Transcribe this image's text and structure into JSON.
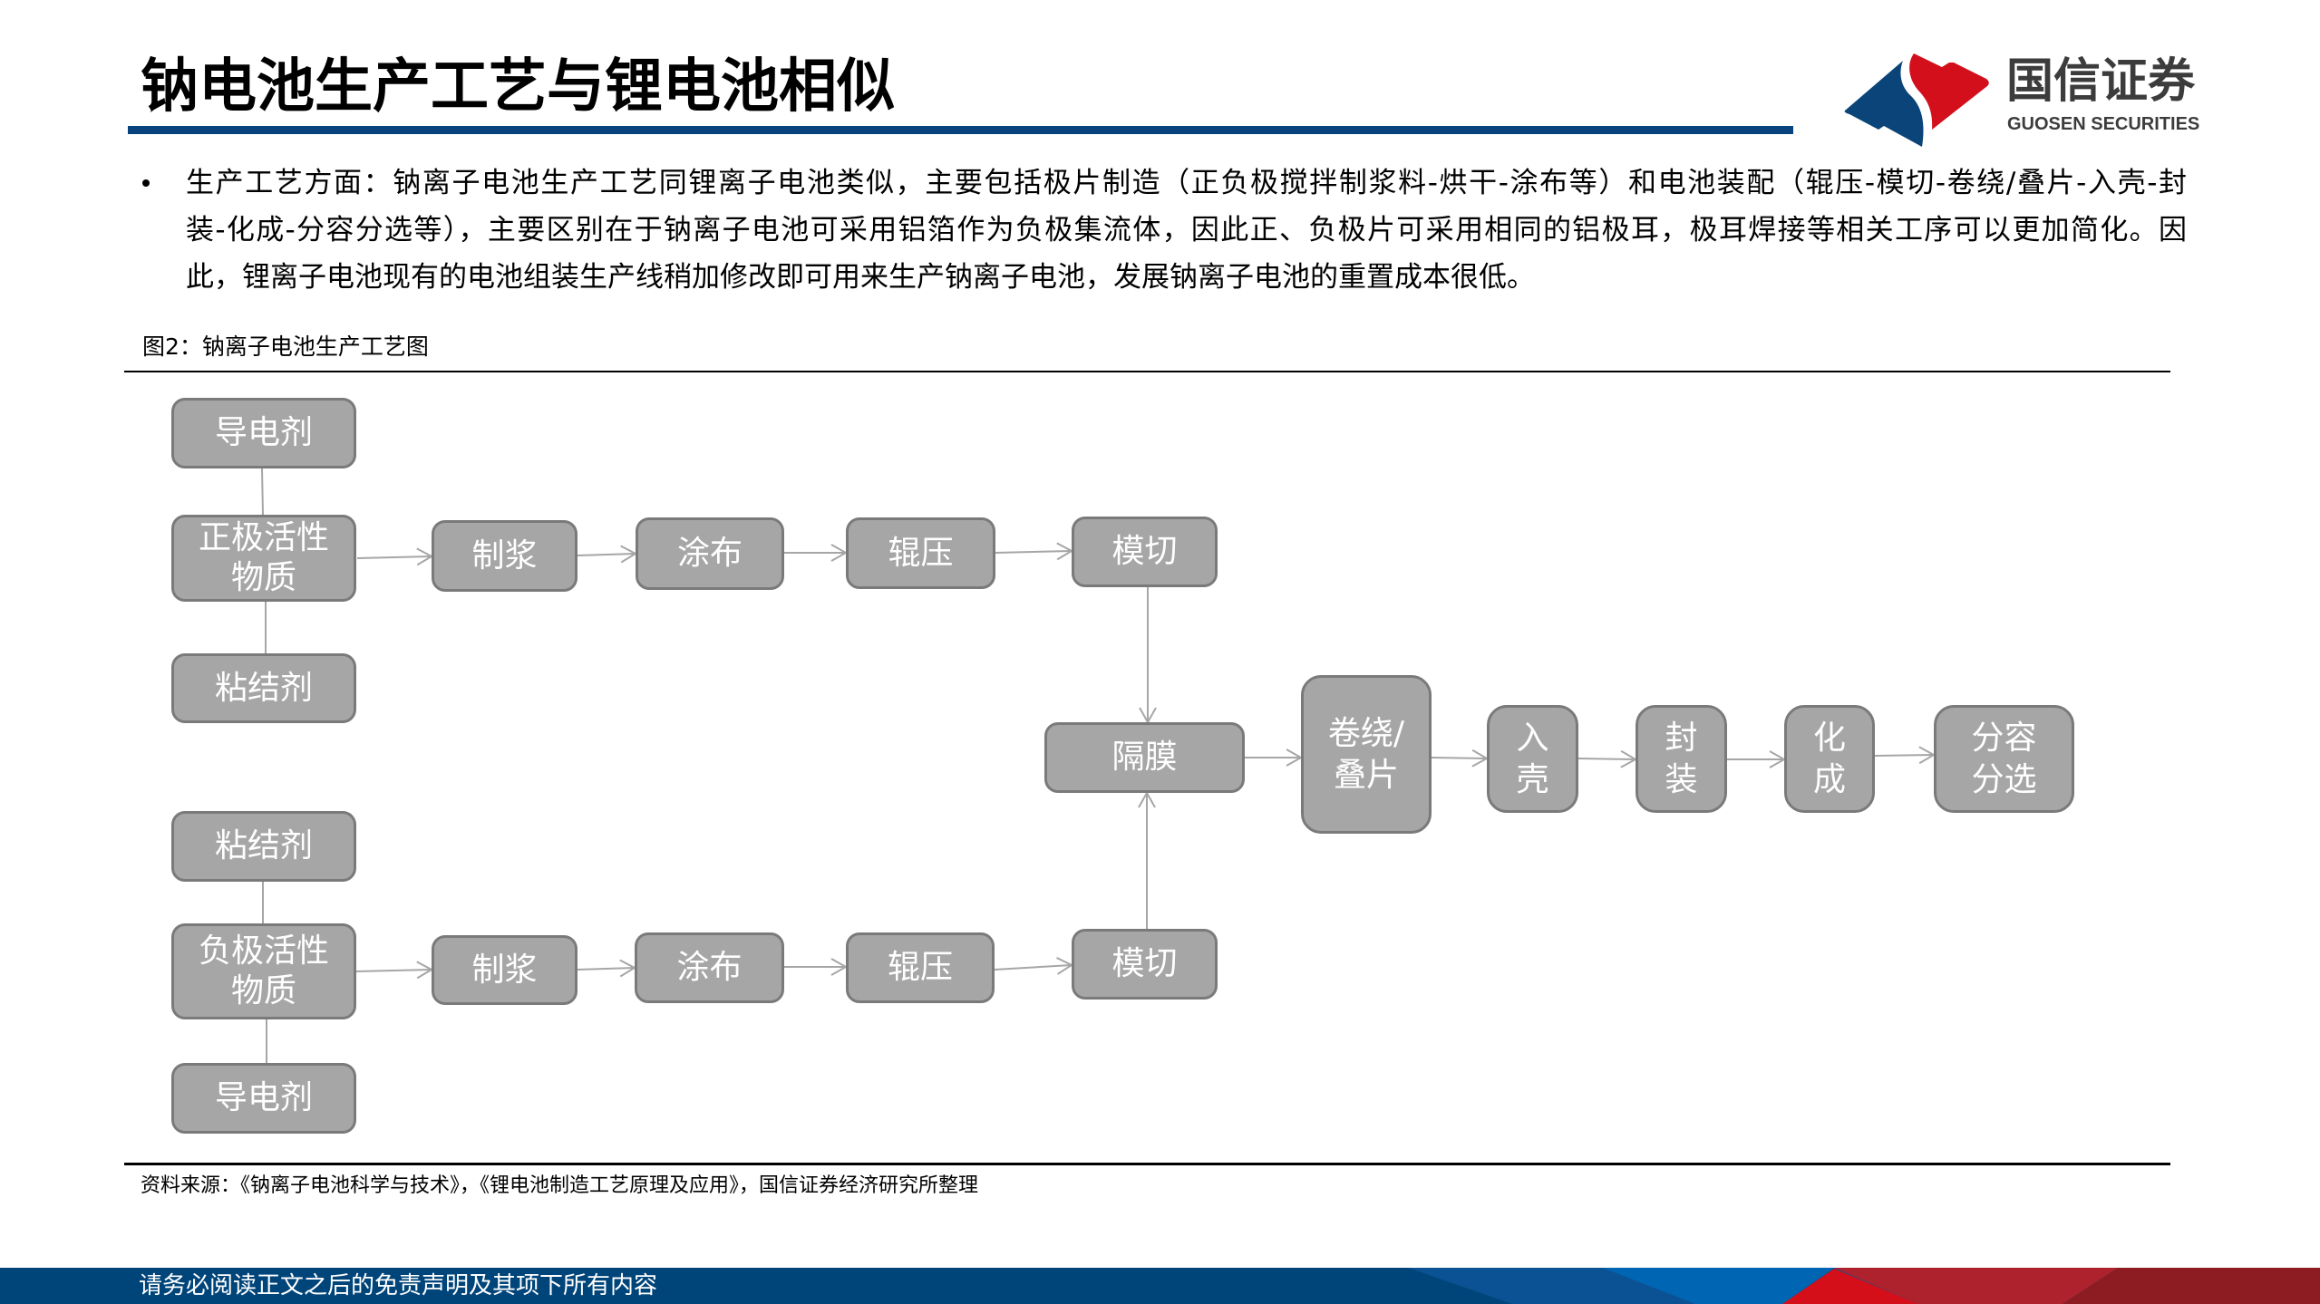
{
  "header": {
    "title": "钠电池生产工艺与锂电池相似"
  },
  "brand": {
    "name_cn": "国信证券",
    "name_en": "GUOSEN SECURITIES",
    "logo_icon": "guosen-logo-icon",
    "colors": {
      "blue": "#0a4479",
      "red": "#d20f1b",
      "text": "#3c3c3c"
    }
  },
  "summary": {
    "bullet_icon": "bullet-dot",
    "lines": [
      "生产工艺方面：钠离子电池生产工艺同锂离子电池类似，主要包括极片制造（正负极搅拌制浆料-烘干-涂布等）和电池装配（辊压-模切-卷绕/叠片-入壳-封",
      "装-化成-分容分选等），主要区别在于钠离子电池可采用铝箔作为负极集流体，因此正、负极片可采用相同的铝极耳，极耳焊接等相关工序可以更加简化。因",
      "此，锂离子电池现有的电池组装生产线稍加修改即可用来生产钠离子电池，发展钠离子电池的重置成本很低。"
    ]
  },
  "figure": {
    "caption": "图2：钠离子电池生产工艺图",
    "nodes": {
      "pos_conductive": {
        "label": "导电剂"
      },
      "pos_active": {
        "label": "正极活性\n物质"
      },
      "pos_binder": {
        "label": "粘结剂"
      },
      "pos_slurry": {
        "label": "制浆"
      },
      "pos_coating": {
        "label": "涂布"
      },
      "pos_rolling": {
        "label": "辊压"
      },
      "pos_cutting": {
        "label": "模切"
      },
      "separator": {
        "label": "隔膜"
      },
      "winding": {
        "label": "卷绕/\n叠片"
      },
      "casing": {
        "label": "入\n壳"
      },
      "sealing": {
        "label": "封\n装"
      },
      "formation": {
        "label": "化\n成"
      },
      "grading": {
        "label": "分容\n分选"
      },
      "neg_binder": {
        "label": "粘结剂"
      },
      "neg_active": {
        "label": "负极活性\n物质"
      },
      "neg_conductive": {
        "label": "导电剂"
      },
      "neg_slurry": {
        "label": "制浆"
      },
      "neg_coating": {
        "label": "涂布"
      },
      "neg_rolling": {
        "label": "辊压"
      },
      "neg_cutting": {
        "label": "模切"
      }
    },
    "edges": [
      {
        "from": "pos_conductive",
        "to": "pos_active",
        "type": "line"
      },
      {
        "from": "pos_active",
        "to": "pos_binder",
        "type": "line"
      },
      {
        "from": "pos_active",
        "to": "pos_slurry",
        "type": "arrow"
      },
      {
        "from": "pos_slurry",
        "to": "pos_coating",
        "type": "arrow"
      },
      {
        "from": "pos_coating",
        "to": "pos_rolling",
        "type": "arrow"
      },
      {
        "from": "pos_rolling",
        "to": "pos_cutting",
        "type": "arrow"
      },
      {
        "from": "pos_cutting",
        "to": "separator",
        "type": "arrow"
      },
      {
        "from": "neg_binder",
        "to": "neg_active",
        "type": "line"
      },
      {
        "from": "neg_active",
        "to": "neg_conductive",
        "type": "line"
      },
      {
        "from": "neg_active",
        "to": "neg_slurry",
        "type": "arrow"
      },
      {
        "from": "neg_slurry",
        "to": "neg_coating",
        "type": "arrow"
      },
      {
        "from": "neg_coating",
        "to": "neg_rolling",
        "type": "arrow"
      },
      {
        "from": "neg_rolling",
        "to": "neg_cutting",
        "type": "arrow"
      },
      {
        "from": "neg_cutting",
        "to": "separator",
        "type": "arrow"
      },
      {
        "from": "separator",
        "to": "winding",
        "type": "arrow"
      },
      {
        "from": "winding",
        "to": "casing",
        "type": "arrow"
      },
      {
        "from": "casing",
        "to": "sealing",
        "type": "arrow"
      },
      {
        "from": "sealing",
        "to": "formation",
        "type": "arrow"
      },
      {
        "from": "formation",
        "to": "grading",
        "type": "arrow"
      }
    ],
    "colors": {
      "node_fill": "#a6a6a6",
      "node_border": "#7a7a7a",
      "node_text": "#ffffff",
      "connector": "#a6a6a6"
    }
  },
  "source": "资料来源：《钠离子电池科学与技术》，《锂电池制造工艺原理及应用》，国信证券经济研究所整理",
  "footer": {
    "disclaimer": "请务必阅读正文之后的免责声明及其项下所有内容",
    "colors": {
      "base": "#00457a",
      "blue_light": "#0066b3",
      "red": "#d50f1a",
      "red_mid": "#ad222d",
      "red_dark": "#8c1c22"
    }
  },
  "colors": {
    "title_bar": "#07437c",
    "text": "#000000",
    "background": "#ffffff"
  }
}
